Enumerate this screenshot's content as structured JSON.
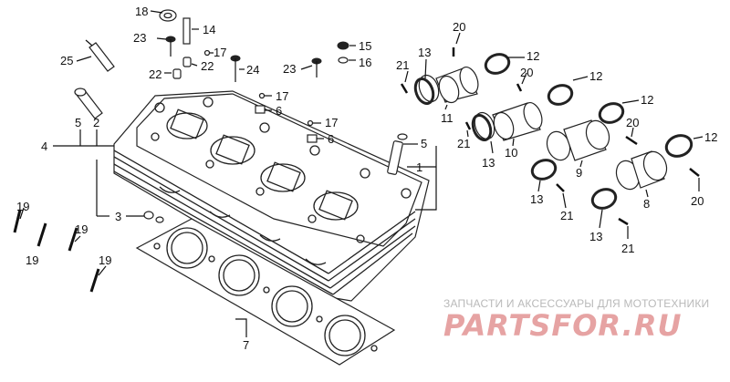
{
  "callouts": {
    "c1": "1",
    "c2": "2",
    "c3": "3",
    "c4": "4",
    "c5a": "5",
    "c5b": "5",
    "c6a": "6",
    "c6b": "6",
    "c7": "7",
    "c8": "8",
    "c9": "9",
    "c10": "10",
    "c11": "11",
    "c12a": "12",
    "c12b": "12",
    "c12c": "12",
    "c12d": "12",
    "c13a": "13",
    "c13b": "13",
    "c13c": "13",
    "c13d": "13",
    "c14": "14",
    "c15": "15",
    "c16": "16",
    "c17a": "17",
    "c17b": "17",
    "c17c": "17",
    "c18": "18",
    "c19a": "19",
    "c19b": "19",
    "c19c": "19",
    "c19d": "19",
    "c20a": "20",
    "c20b": "20",
    "c20c": "20",
    "c20d": "20",
    "c21a": "21",
    "c21b": "21",
    "c21c": "21",
    "c21d": "21",
    "c22a": "22",
    "c22b": "22",
    "c23a": "23",
    "c23b": "23",
    "c24": "24",
    "c25": "25"
  },
  "watermark": {
    "caption": "ЗАПЧАСТИ И АКСЕССУАРЫ ДЛЯ МОТОТЕХНИКИ",
    "logo": "PARTSFOR.RU",
    "logo_color": "#e6a3a3",
    "caption_color": "#b9b9b9"
  }
}
